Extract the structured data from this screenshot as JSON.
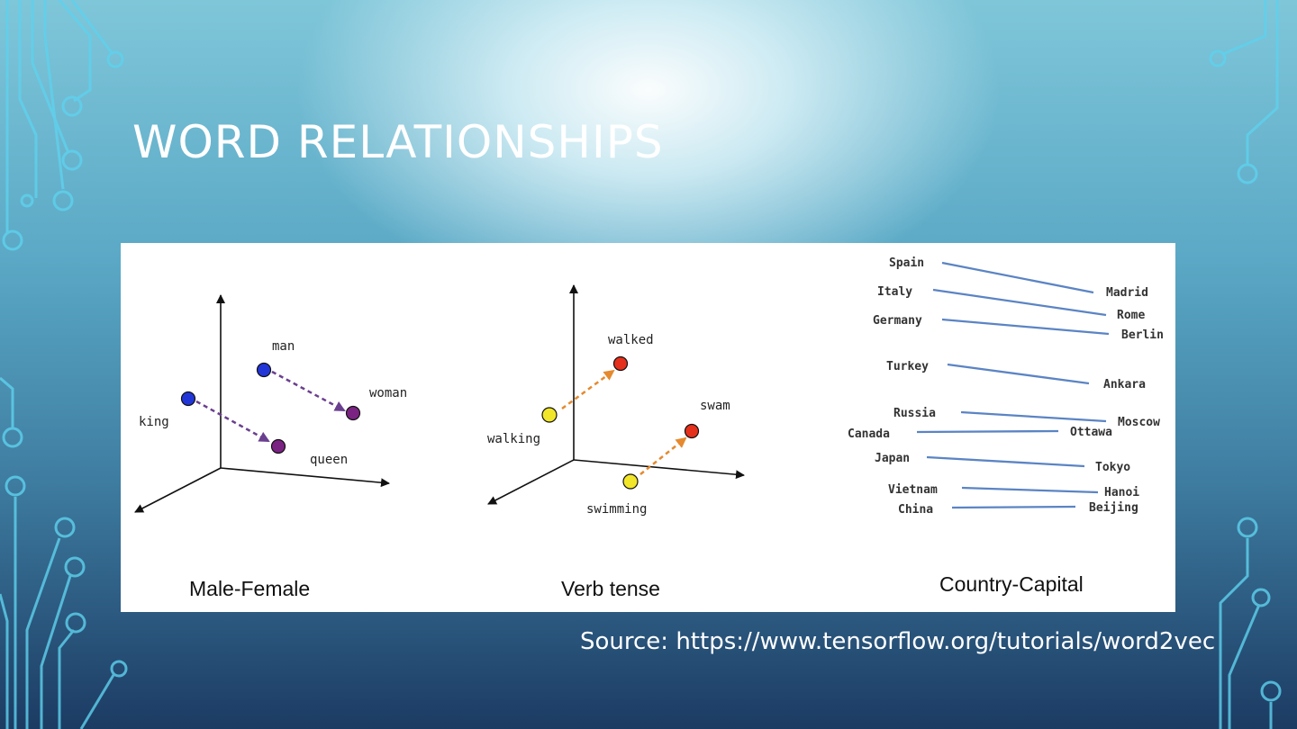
{
  "slide": {
    "title": "WORD RELATIONSHIPS",
    "source": "Source: https://www.tensorflow.org/tutorials/word2vec"
  },
  "figure": {
    "male_female": {
      "caption": "Male-Female",
      "words": {
        "man": "man",
        "woman": "woman",
        "king": "king",
        "queen": "queen"
      }
    },
    "verb_tense": {
      "caption": "Verb tense",
      "words": {
        "walked": "walked",
        "walking": "walking",
        "swam": "swam",
        "swimming": "swimming"
      }
    },
    "country_capital": {
      "caption": "Country-Capital",
      "pairs": [
        {
          "country": "Spain",
          "capital": "Madrid"
        },
        {
          "country": "Italy",
          "capital": "Rome"
        },
        {
          "country": "Germany",
          "capital": "Berlin"
        },
        {
          "country": "Turkey",
          "capital": "Ankara"
        },
        {
          "country": "Russia",
          "capital": "Moscow"
        },
        {
          "country": "Canada",
          "capital": "Ottawa"
        },
        {
          "country": "Japan",
          "capital": "Tokyo"
        },
        {
          "country": "Vietnam",
          "capital": "Hanoi"
        },
        {
          "country": "China",
          "capital": "Beijing"
        }
      ]
    },
    "colors": {
      "male": "#2236d8",
      "female": "#7b2383",
      "present": "#f2e62a",
      "past": "#e5301c",
      "gender_arrow": "#6a3f8f",
      "tense_arrow": "#e58a2e",
      "capital_line": "#5b84c4"
    }
  }
}
